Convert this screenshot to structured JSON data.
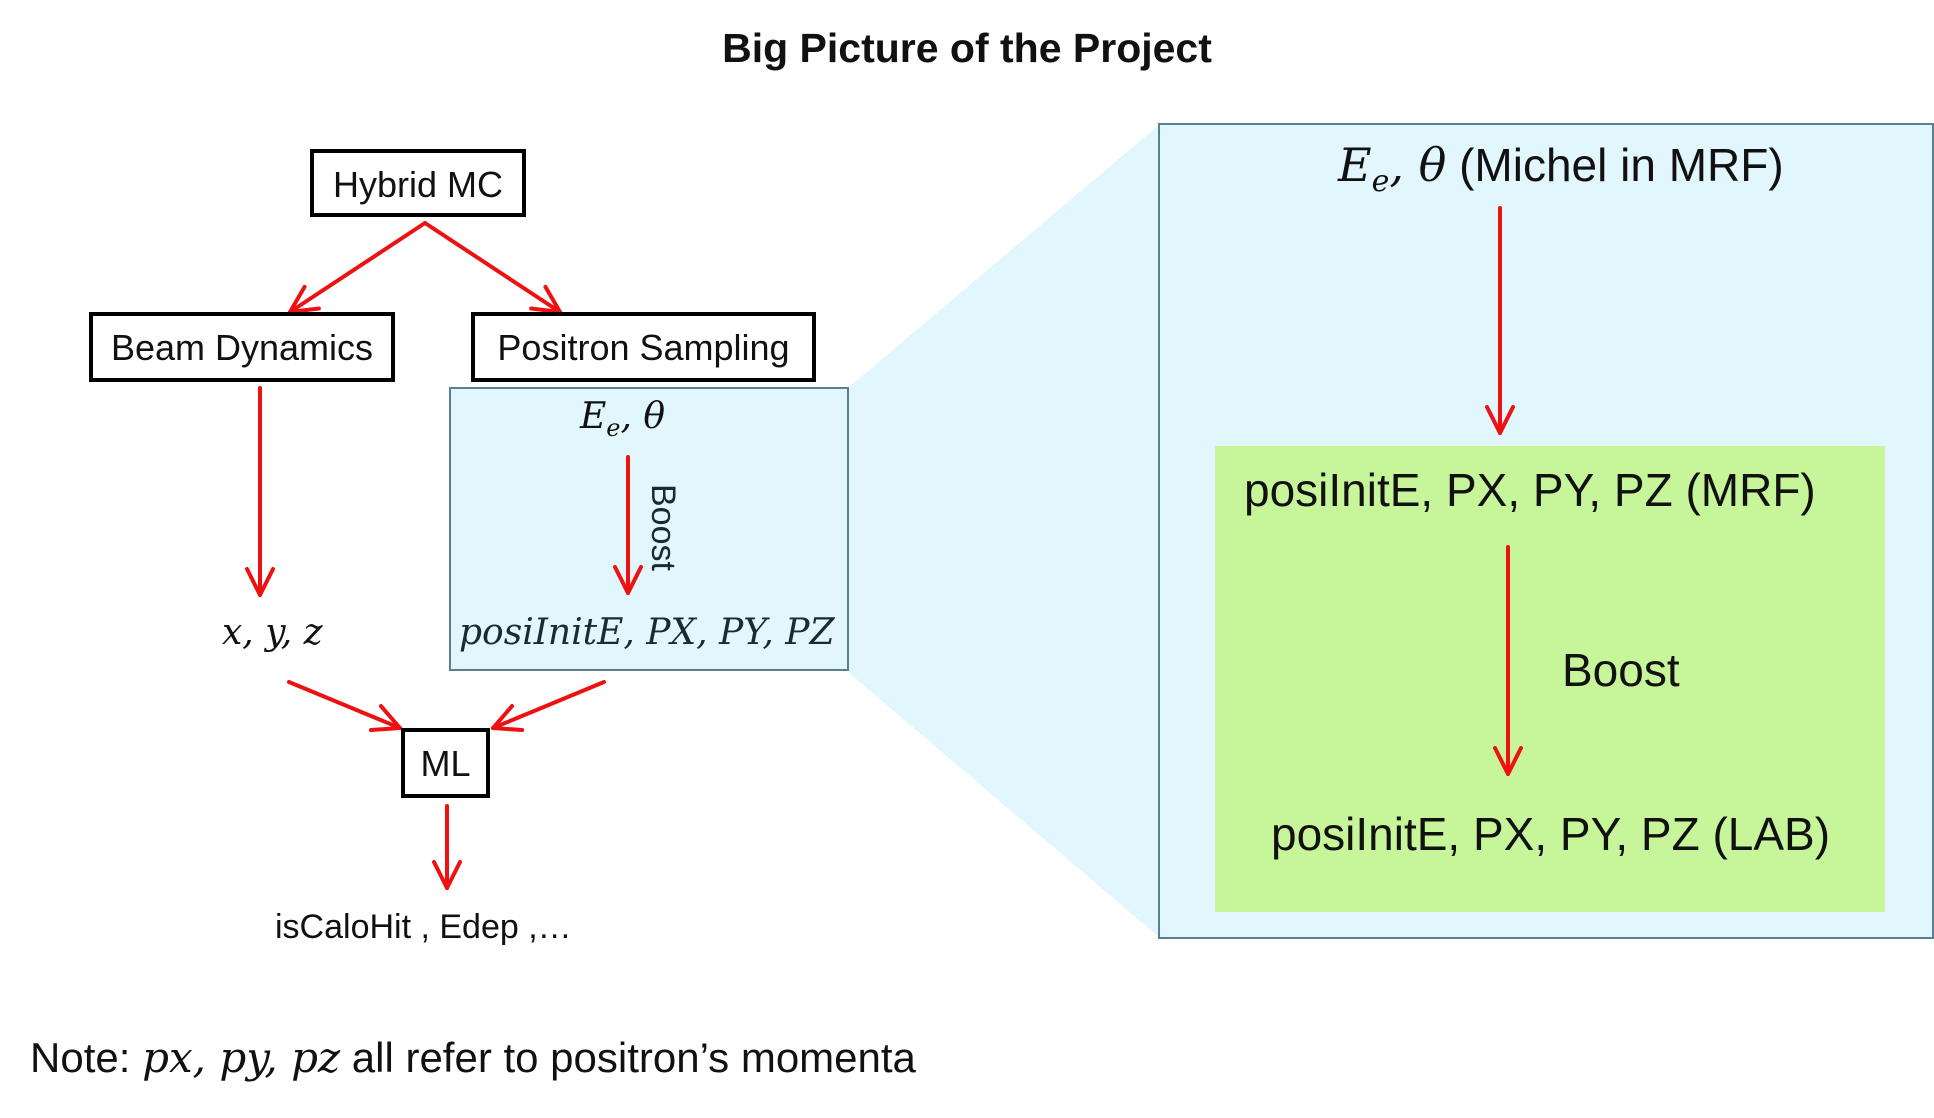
{
  "title": "Big Picture of the Project",
  "nodes": {
    "hybrid_mc": "Hybrid MC",
    "beam_dynamics": "Beam Dynamics",
    "positron_sampling": "Positron Sampling",
    "ml": "ML"
  },
  "left_panel": {
    "input": "E",
    "input_sub": "e",
    "input_suffix": ", θ",
    "boost_label": "Boost",
    "output": "posiInitE, PX, PY, PZ"
  },
  "beam_output": "x, y, z",
  "ml_output": "isCaloHit , Edep ,…",
  "zoom_panel": {
    "input_math": "E",
    "input_sub": "e",
    "input_math_suffix": ", θ",
    "input_text": " (Michel in MRF)",
    "mrf_label": "posiInitE, PX, PY, PZ (MRF)",
    "boost_label": "Boost",
    "lab_label": "posiInitE, PX, PY, PZ (LAB)"
  },
  "note": {
    "prefix": "Note: ",
    "math": "px, py, pz",
    "suffix": "  all refer to positron’s momenta"
  },
  "colors": {
    "arrow": "#ee1111",
    "panel_fill": "#e2f7fd",
    "panel_border": "#5b7e93",
    "green_fill": "#c7f69a",
    "box_border": "#000000"
  }
}
